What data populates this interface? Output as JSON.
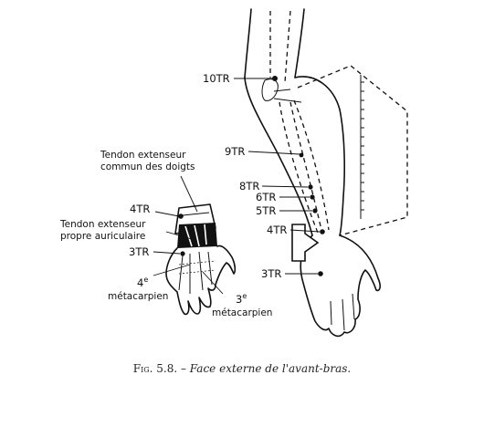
{
  "figure": {
    "caption_number": "Fig. 5.8.",
    "caption_sep": " – ",
    "caption_title": "Face externe de l'avant-bras."
  },
  "arm_labels": {
    "p10": "10TR",
    "p9": "9TR",
    "p8": "8TR",
    "p6": "6TR",
    "p5": "5TR",
    "p4": "4TR",
    "p3": "3TR"
  },
  "hand_labels": {
    "tendon_ext_commun_l1": "Tendon extenseur",
    "tendon_ext_commun_l2": "commun des doigts",
    "p4": "4TR",
    "tendon_ext_propre_l1": "Tendon extenseur",
    "tendon_ext_propre_l2": "propre auriculaire",
    "p3": "3TR",
    "meta4_num": "4",
    "meta4_sup": "e",
    "meta4_word": "métacarpien",
    "meta3_num": "3",
    "meta3_sup": "e",
    "meta3_word": "métacarpien"
  }
}
